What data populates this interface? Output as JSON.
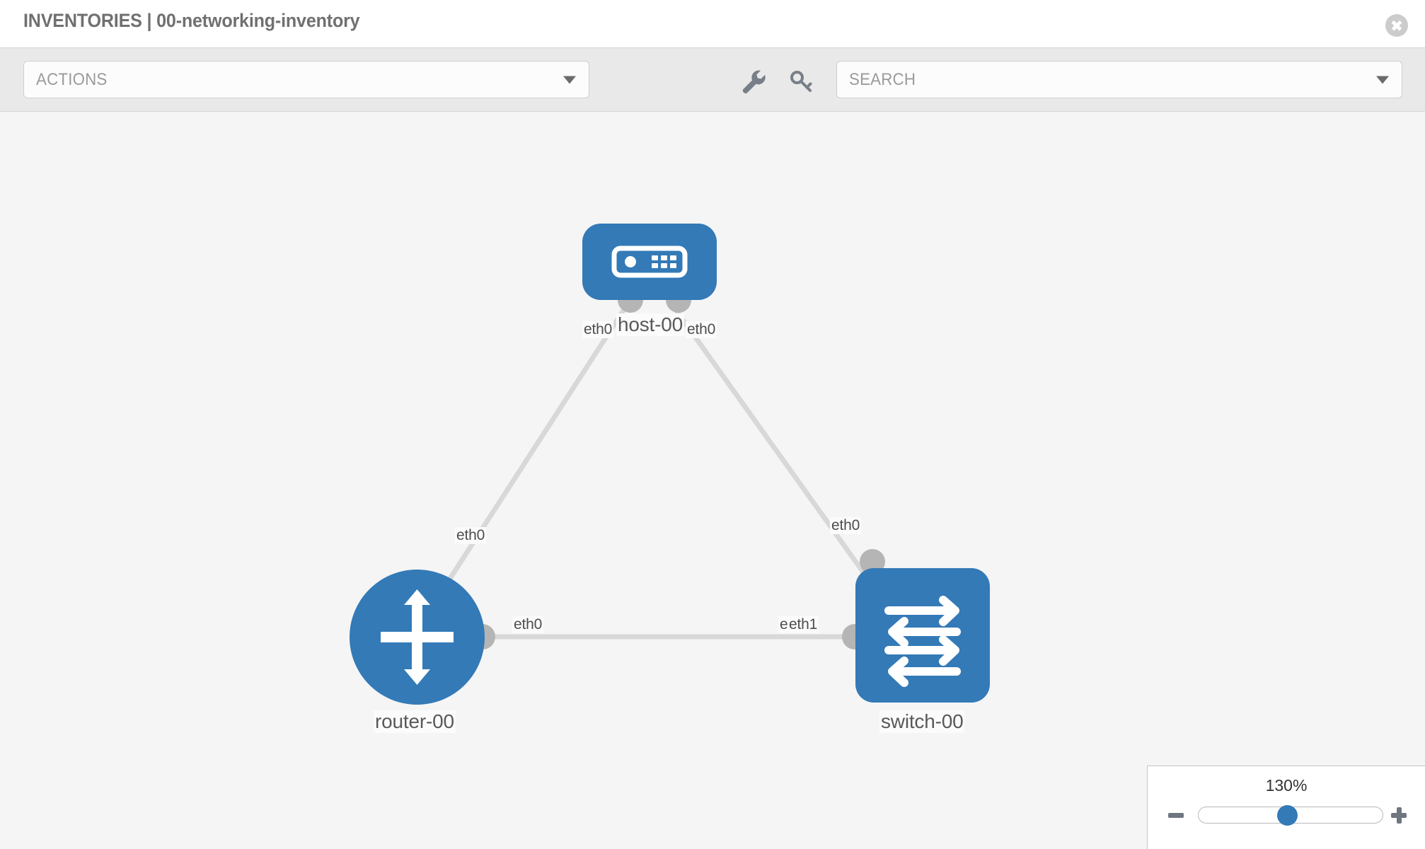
{
  "header": {
    "title": "INVENTORIES | 00-networking-inventory",
    "close_label": "",
    "close_icon": "close-circle-icon"
  },
  "toolbar": {
    "actions_label": "ACTIONS",
    "actions_caret_icon": "chevron-down-icon",
    "search_placeholder": "SEARCH",
    "search_value": "",
    "search_caret_icon": "chevron-down-icon",
    "wrench_icon": "wrench-icon",
    "key_icon": "key-icon"
  },
  "topology": {
    "nodes": [
      {
        "id": "host-00",
        "label": "host-00",
        "icon": "server-icon",
        "shape": "rounded-rect",
        "color": "#337ab7"
      },
      {
        "id": "router-00",
        "label": "router-00",
        "icon": "router-arrows-icon",
        "shape": "circle",
        "color": "#337ab7"
      },
      {
        "id": "switch-00",
        "label": "switch-00",
        "icon": "switch-arrows-icon",
        "shape": "rounded-square",
        "color": "#337ab7"
      }
    ],
    "links": [
      {
        "source": "host-00",
        "target": "router-00",
        "source_interface": "eth0",
        "target_interface": "eth0"
      },
      {
        "source": "host-00",
        "target": "switch-00",
        "source_interface": "eth0",
        "target_interface": "eth0"
      },
      {
        "source": "router-00",
        "target": "switch-00",
        "source_interface": "eth0",
        "target_interface": "eth1",
        "overlapped_interface": "eth"
      }
    ],
    "link_color": "#d8d8d8",
    "endpoint_color": "#b5b5b5"
  },
  "zoom": {
    "value_label": "130%",
    "minus_icon": "minus-icon",
    "plus_icon": "plus-icon",
    "slider_percent": 48
  }
}
